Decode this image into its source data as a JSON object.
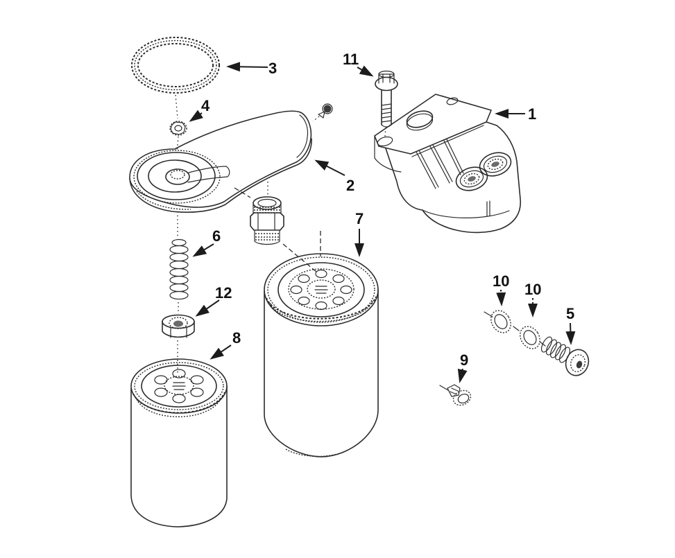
{
  "figure": {
    "type": "exploded-parts-diagram",
    "subject": "fuel-filter-assembly",
    "background": "#ffffff",
    "line_color": "#2b2b2b",
    "label_color": "#111111",
    "callouts": {
      "c1": "1",
      "c2": "2",
      "c3": "3",
      "c4": "4",
      "c5": "5",
      "c6": "6",
      "c7": "7",
      "c8": "8",
      "c9": "9",
      "c10a": "10",
      "c10b": "10",
      "c11": "11",
      "c12": "12"
    }
  }
}
